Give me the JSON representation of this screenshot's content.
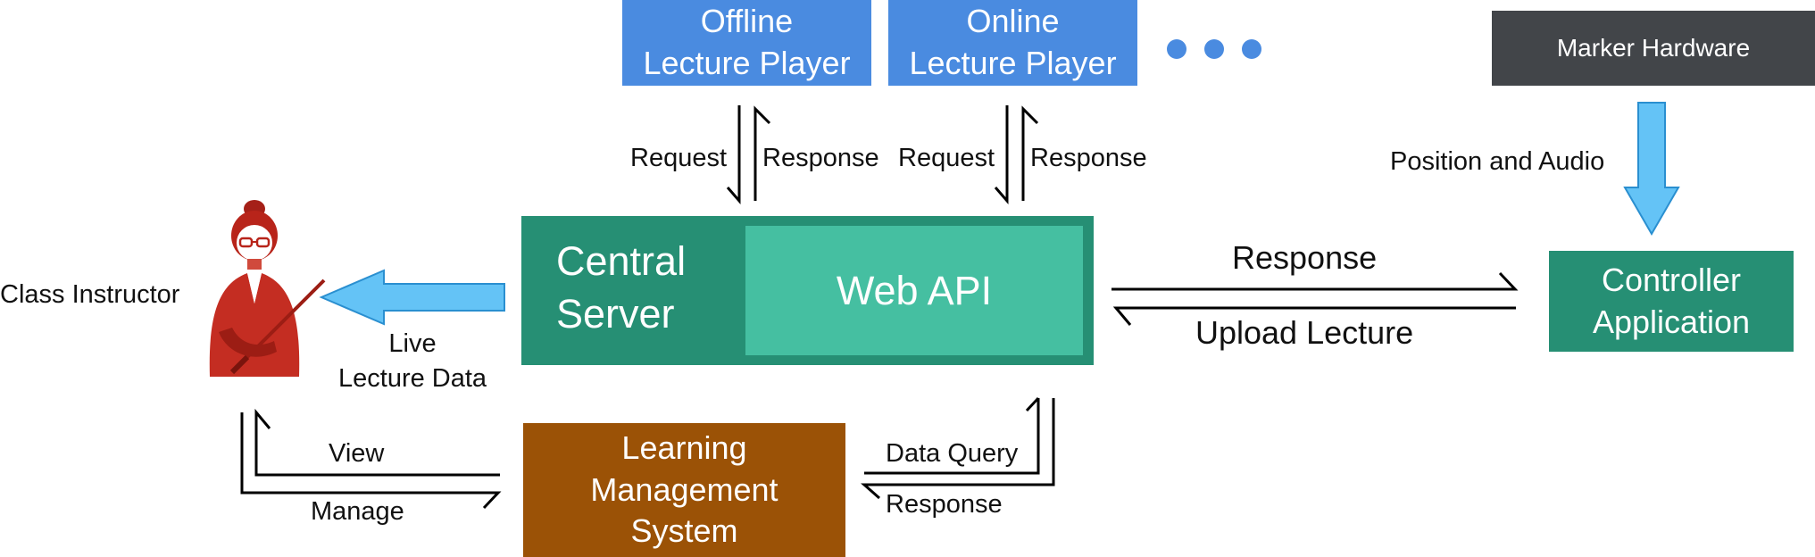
{
  "colors": {
    "blue_box": "#4a8be0",
    "dark_box": "#424549",
    "teal_dark": "#268f74",
    "teal_light": "#45bfa1",
    "brown": "#9b5206",
    "arrow_light_blue": "#64c3f6",
    "instructor_red": "#c42d22"
  },
  "boxes": {
    "offline_player": "Offline\nLecture Player",
    "online_player": "Online\nLecture Player",
    "ellipsis_dots": 3,
    "marker_hardware": "Marker Hardware",
    "central_server": "Central\nServer",
    "web_api": "Web API",
    "controller_application": "Controller\nApplication",
    "lms": "Learning\nManagement\nSystem"
  },
  "actors": {
    "class_instructor": "Class Instructor",
    "instructor_icon": "teacher-with-pointer-icon"
  },
  "labels": {
    "offline_request": "Request",
    "offline_response": "Response",
    "online_request": "Request",
    "online_response": "Response",
    "position_audio": "Position and Audio",
    "controller_response": "Response",
    "upload_lecture": "Upload Lecture",
    "live_lecture_data": "Live\nLecture Data",
    "view": "View",
    "manage": "Manage",
    "data_query": "Data Query",
    "lms_response": "Response"
  }
}
